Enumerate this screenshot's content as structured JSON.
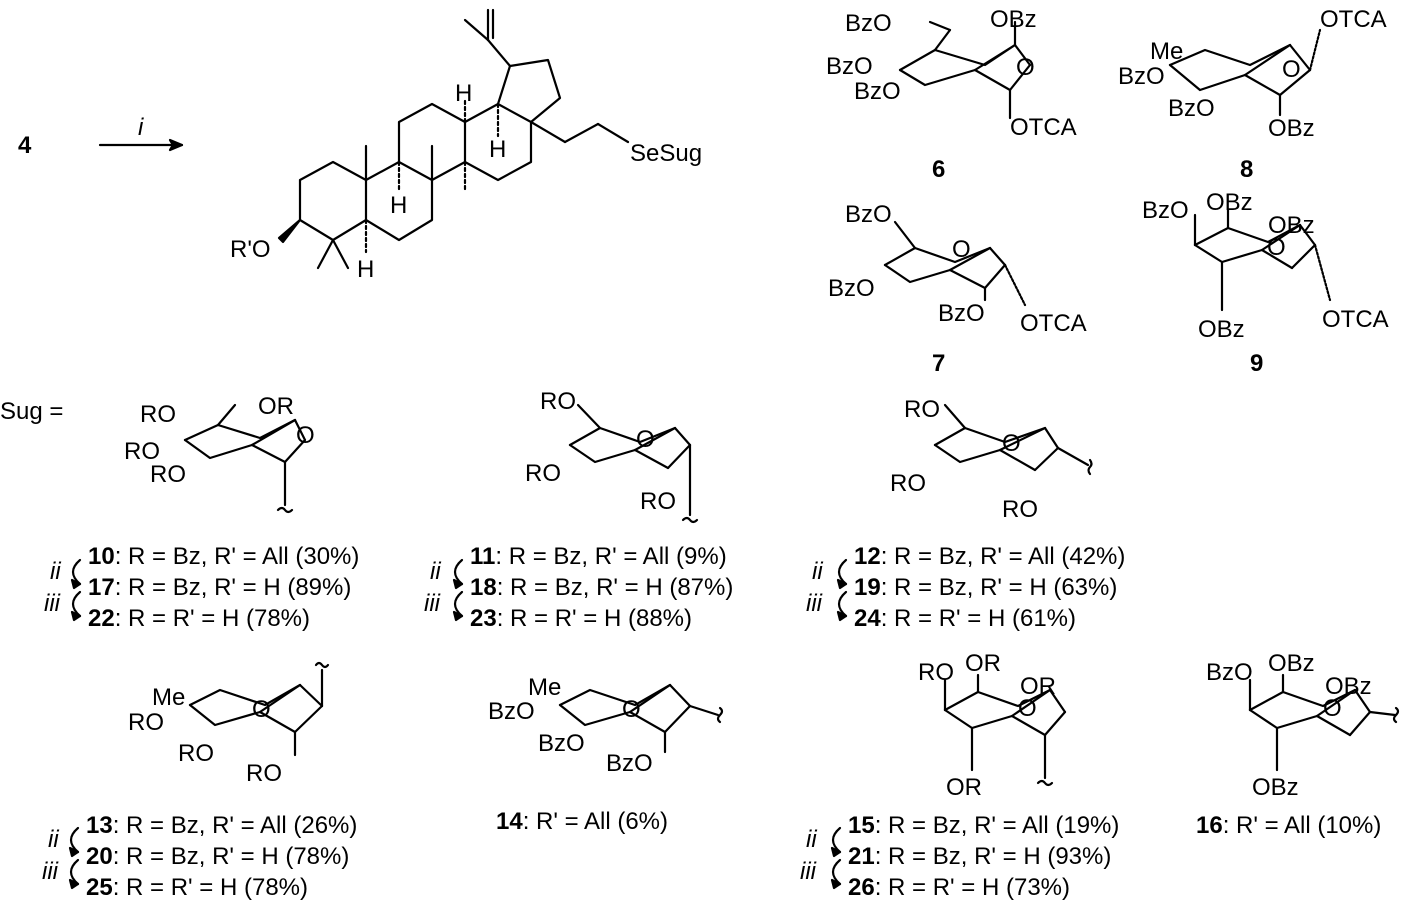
{
  "reaction": {
    "start_compound": "4",
    "arrow_reagent": "i",
    "betulin_labels": {
      "r_prime_o": "R'O",
      "h_top": "H",
      "h_mid": "H",
      "h_ring": "H",
      "h_bottom": "H",
      "se_sug": "SeSug"
    },
    "sug_label": "Sug ="
  },
  "donors": [
    {
      "id": "6",
      "labels": [
        "BzO",
        "OBz",
        "BzO",
        "BzO",
        "O",
        "OTCA"
      ]
    },
    {
      "id": "7",
      "labels": [
        "BzO",
        "O",
        "BzO",
        "BzO",
        "OTCA"
      ]
    },
    {
      "id": "8",
      "labels": [
        "Me",
        "O",
        "OTCA",
        "BzO",
        "BzO",
        "OBz"
      ]
    },
    {
      "id": "9",
      "labels": [
        "BzO",
        "OBz",
        "OBz",
        "O",
        "OBz",
        "OTCA"
      ]
    }
  ],
  "sugar_structs": [
    {
      "labels": [
        "RO",
        "OR",
        "RO",
        "RO",
        "O"
      ]
    },
    {
      "labels": [
        "RO",
        "O",
        "RO",
        "RO"
      ]
    },
    {
      "labels": [
        "RO",
        "O",
        "RO",
        "RO"
      ]
    },
    {
      "labels": [
        "Me",
        "O",
        "RO",
        "RO",
        "RO"
      ]
    },
    {
      "labels": [
        "Me",
        "O",
        "BzO",
        "BzO",
        "BzO"
      ]
    },
    {
      "labels": [
        "RO",
        "OR",
        "OR",
        "O",
        "OR"
      ]
    },
    {
      "labels": [
        "BzO",
        "OBz",
        "OBz",
        "O",
        "OBz"
      ]
    }
  ],
  "entries": [
    {
      "num": "10",
      "text": ": R = Bz, R' = All (30%)"
    },
    {
      "num": "17",
      "text": ": R = Bz, R' = H (89%)"
    },
    {
      "num": "22",
      "text": ": R = R' = H (78%)"
    },
    {
      "num": "11",
      "text": ": R = Bz, R' = All (9%)"
    },
    {
      "num": "18",
      "text": ": R = Bz, R' = H (87%)"
    },
    {
      "num": "23",
      "text": ": R = R' = H (88%)"
    },
    {
      "num": "12",
      "text": ": R = Bz, R' = All (42%)"
    },
    {
      "num": "19",
      "text": ": R = Bz, R' = H (63%)"
    },
    {
      "num": "24",
      "text": ": R = R' = H (61%)"
    },
    {
      "num": "13",
      "text": ": R = Bz, R' = All (26%)"
    },
    {
      "num": "20",
      "text": ": R = Bz, R' = H (78%)"
    },
    {
      "num": "25",
      "text": ": R = R' = H (78%)"
    },
    {
      "num": "14",
      "text": ": R' = All (6%)"
    },
    {
      "num": "15",
      "text": ": R = Bz, R' = All (19%)"
    },
    {
      "num": "21",
      "text": ": R = Bz, R' = H (93%)"
    },
    {
      "num": "26",
      "text": ": R = R' = H (73%)"
    },
    {
      "num": "16",
      "text": ": R' = All (10%)"
    }
  ],
  "steps": [
    "ii",
    "iii"
  ]
}
